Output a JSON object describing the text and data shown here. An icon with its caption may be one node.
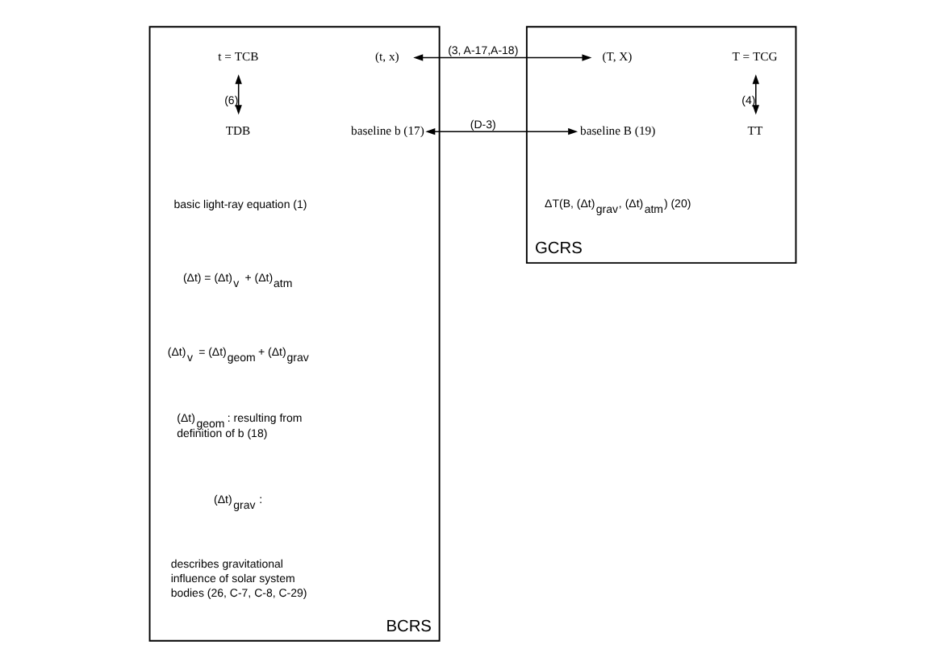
{
  "diagram": {
    "nodes": [
      {
        "text": [
          "BCRS"
        ]
      },
      {
        "text": [
          "t = TCB"
        ],
        "in": 0
      },
      {
        "text": [
          "TDB"
        ],
        "in": 0
      },
      {
        "text": [
          "(t, x)"
        ],
        "in": 0
      },
      {
        "text": [
          "baseline b (17)"
        ],
        "in": 0
      },
      {
        "text": [
          "GCRS"
        ]
      },
      {
        "text": [
          "(T, X)"
        ],
        "in": 5
      },
      {
        "text": [
          "T = TCG"
        ],
        "in": 5
      },
      {
        "text": [
          "TT"
        ],
        "in": 5
      },
      {
        "text": [
          "baseline B (19)"
        ],
        "in": 5
      }
    ],
    "edges": [
      {
        "from": 1,
        "to": 2,
        "arrow": "both",
        "label": "(6)"
      },
      {
        "from": 3,
        "to": 6,
        "arrow": "both",
        "label": "(3, A-17,A-18)"
      },
      {
        "from": 7,
        "to": 8,
        "arrow": "both",
        "label": "(4)"
      },
      {
        "from": 4,
        "to": 9,
        "arrow": "both",
        "label": "(D-3)"
      }
    ],
    "labels": [
      "basic light-ray equation (1)",
      "(Δt) = (Δt)$_{v}$ + (Δt)$_{atm}$",
      "(Δt)$_{v}$ = (Δt)$_{geom}$ + (Δt)$_{grav}$",
      "(Δt)$_{geom}$ : resulting from definition of b (18)",
      "(Δt)$_{grav}$ :",
      "describes gravitational influence of solar system bodies (26, C-7, C-8, C-29)",
      "ΔT(B, (Δt)$_{grav}$, (Δt)$_{atm}$) (20)"
    ]
  }
}
